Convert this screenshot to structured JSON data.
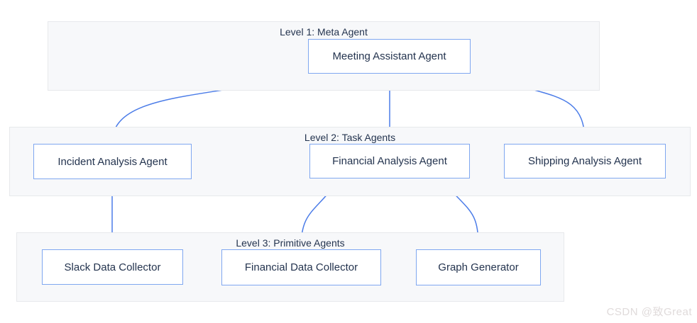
{
  "diagram": {
    "levels": [
      {
        "title": "Level 1: Meta Agent",
        "nodes": [
          {
            "id": "meeting-assistant-agent",
            "label": "Meeting Assistant Agent"
          }
        ]
      },
      {
        "title": "Level 2: Task Agents",
        "nodes": [
          {
            "id": "incident-analysis-agent",
            "label": "Incident Analysis Agent"
          },
          {
            "id": "financial-analysis-agent",
            "label": "Financial Analysis Agent"
          },
          {
            "id": "shipping-analysis-agent",
            "label": "Shipping Analysis Agent"
          }
        ]
      },
      {
        "title": "Level 3: Primitive Agents",
        "nodes": [
          {
            "id": "slack-data-collector",
            "label": "Slack Data Collector"
          },
          {
            "id": "financial-data-collector",
            "label": "Financial Data Collector"
          },
          {
            "id": "graph-generator",
            "label": "Graph Generator"
          }
        ]
      }
    ],
    "edges": [
      {
        "from": "meeting-assistant-agent",
        "to": "incident-analysis-agent"
      },
      {
        "from": "meeting-assistant-agent",
        "to": "financial-analysis-agent"
      },
      {
        "from": "meeting-assistant-agent",
        "to": "shipping-analysis-agent"
      },
      {
        "from": "incident-analysis-agent",
        "to": "slack-data-collector"
      },
      {
        "from": "financial-analysis-agent",
        "to": "financial-data-collector"
      },
      {
        "from": "financial-analysis-agent",
        "to": "graph-generator"
      }
    ],
    "colors": {
      "node_border": "#7fa7f0",
      "edge": "#4b7ce8",
      "arrow": "#2f6fe4",
      "group_bg": "#f7f8fa",
      "group_border": "#e7e9ec",
      "text": "#24344f"
    }
  },
  "watermark": {
    "text": "CSDN @致Great"
  }
}
